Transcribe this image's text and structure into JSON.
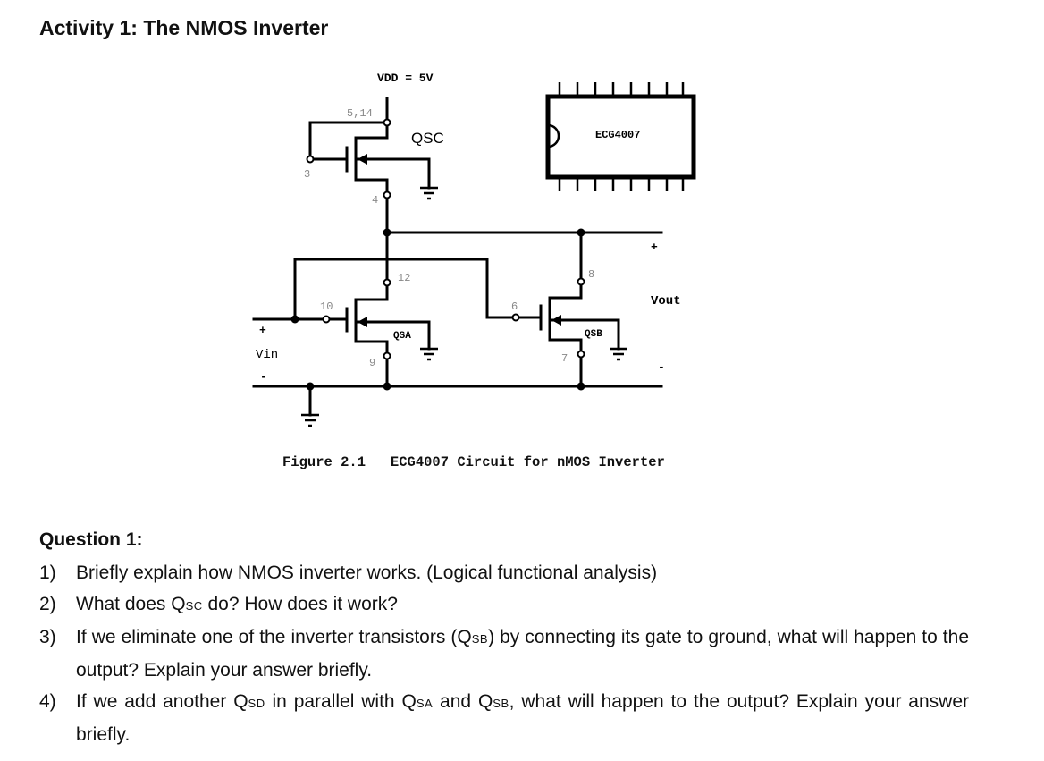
{
  "title": "Activity 1: The NMOS Inverter",
  "figure": {
    "supply_label": "VDD = 5V",
    "chip_label": "ECG4007",
    "transistors": {
      "qsc": "QSC",
      "qsa": "QSA",
      "qsb": "QSB"
    },
    "pins": {
      "p514": "5,14",
      "p3": "3",
      "p4": "4",
      "p12": "12",
      "p10": "10",
      "p9": "9",
      "p8": "8",
      "p6": "6",
      "p7": "7"
    },
    "vin_label": "Vin",
    "vout_label": "Vout",
    "plus": "+",
    "minus": "-"
  },
  "caption": "Figure 2.1   ECG4007 Circuit for nMOS Inverter",
  "question_heading": "Question 1:",
  "questions": [
    {
      "num": "1)",
      "text": "Briefly explain how NMOS inverter works. (Logical functional analysis)"
    },
    {
      "num": "2)",
      "pre": "What does Q",
      "sub": "SC",
      "post": " do? How does it work?"
    },
    {
      "num": "3)",
      "pre": "If we eliminate one of the inverter transistors (Q",
      "sub": "SB",
      "post": ") by connecting its gate to ground, what will happen to the output? Explain your answer briefly."
    },
    {
      "num": "4)",
      "pre": "If we add another Q",
      "sub": "SD",
      "mid": " in parallel with Q",
      "sub2": "SA",
      "mid2": " and Q",
      "sub3": "SB",
      "post": ", what will happen to the output? Explain your answer briefly."
    }
  ]
}
